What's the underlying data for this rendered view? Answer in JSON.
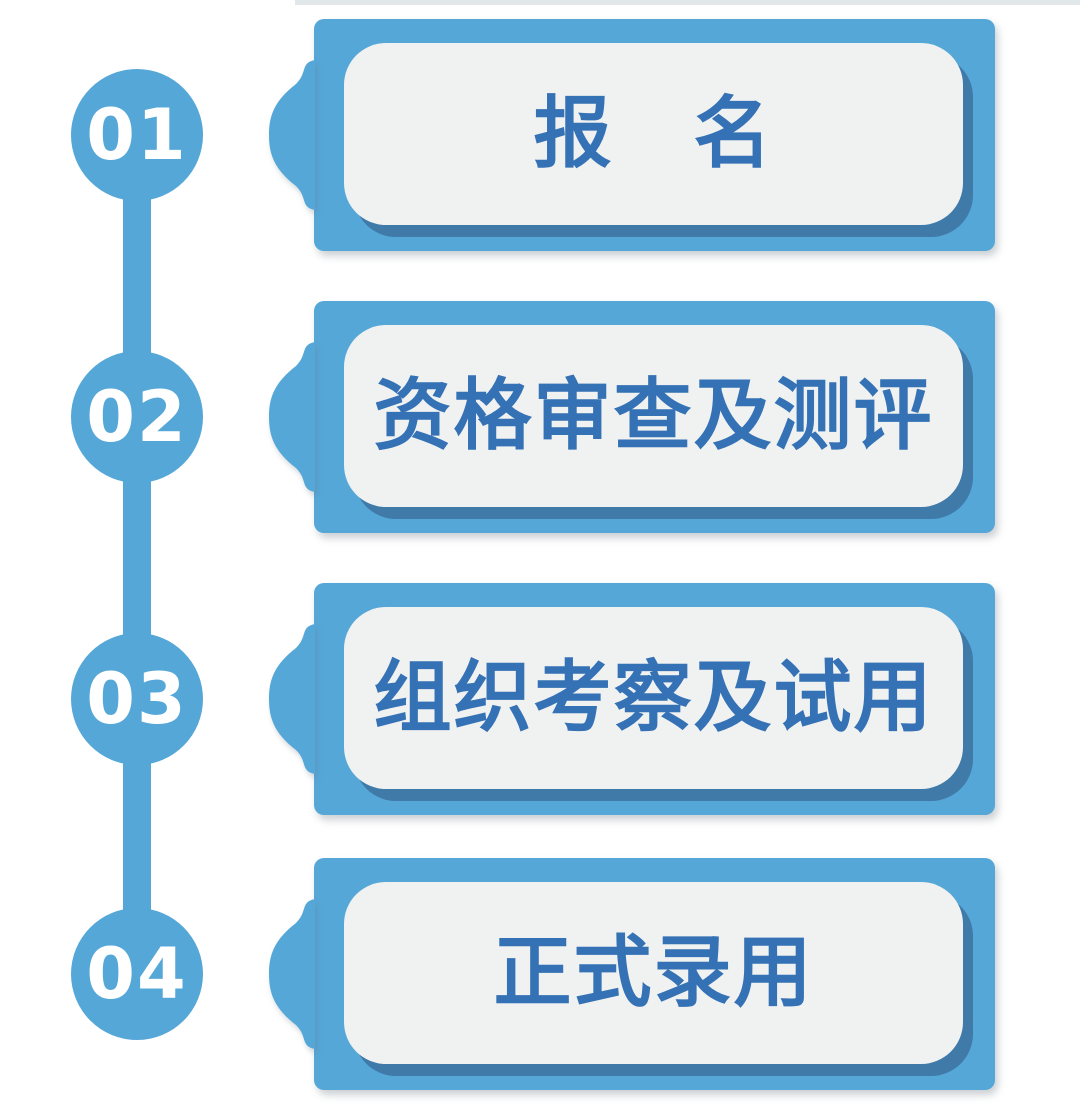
{
  "diagram": {
    "type": "vertical-process-timeline",
    "steps": [
      {
        "number": "01",
        "label": "报　名"
      },
      {
        "number": "02",
        "label": "资格审查及测评"
      },
      {
        "number": "03",
        "label": "组织考察及试用"
      },
      {
        "number": "04",
        "label": "正式录用"
      }
    ]
  },
  "palette": {
    "primary_blue": "#55a7d8",
    "offset_shadow_blue": "#3f7aa9",
    "panel_background": "#f0f1f1",
    "label_text_blue": "#3471b5",
    "number_text": "#ffffff",
    "page_background": "#ffffff"
  }
}
